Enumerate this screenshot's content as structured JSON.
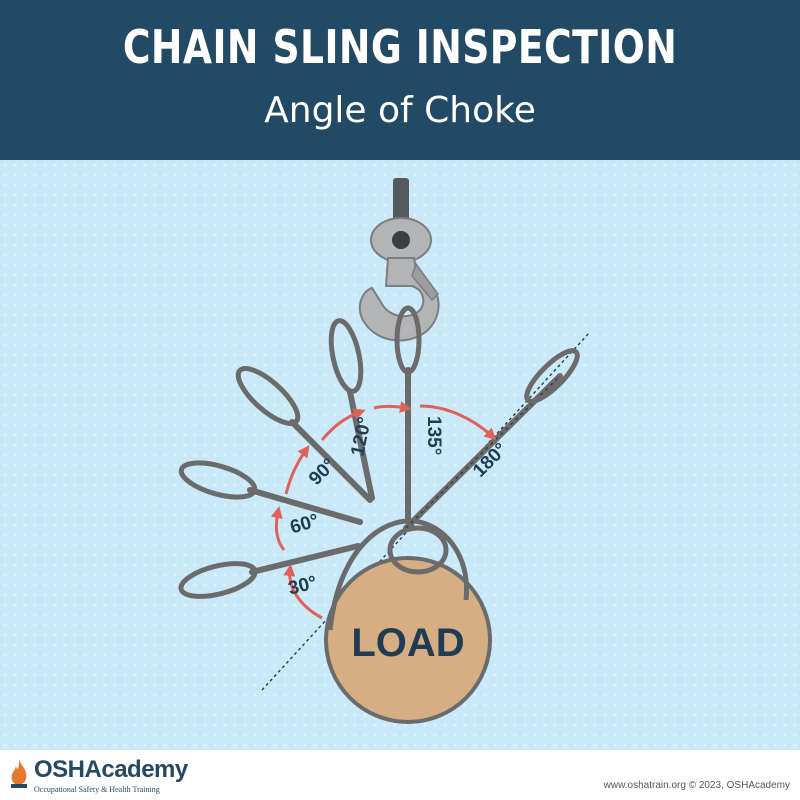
{
  "header": {
    "title": "CHAIN SLING INSPECTION",
    "subtitle": "Angle of Choke"
  },
  "diagram": {
    "load_label": "LOAD",
    "angles": [
      {
        "label": "30°",
        "degrees": 30
      },
      {
        "label": "60°",
        "degrees": 60
      },
      {
        "label": "90°",
        "degrees": 90
      },
      {
        "label": "120°",
        "degrees": 120
      },
      {
        "label": "135°",
        "degrees": 135
      },
      {
        "label": "180°",
        "degrees": 180
      }
    ]
  },
  "footer": {
    "logo_name": "OSHAcademy",
    "logo_tagline": "Occupational Safety & Health Training",
    "credit": "www.oshatrain.org © 2023, OSHAcademy"
  },
  "colors": {
    "header_bg": "#234a64",
    "scene_bg": "#c9e9f8",
    "sling": "#6b6b6b",
    "arrow": "#e0605a",
    "load": "#d6ae84",
    "text_dark": "#1f3c53"
  }
}
